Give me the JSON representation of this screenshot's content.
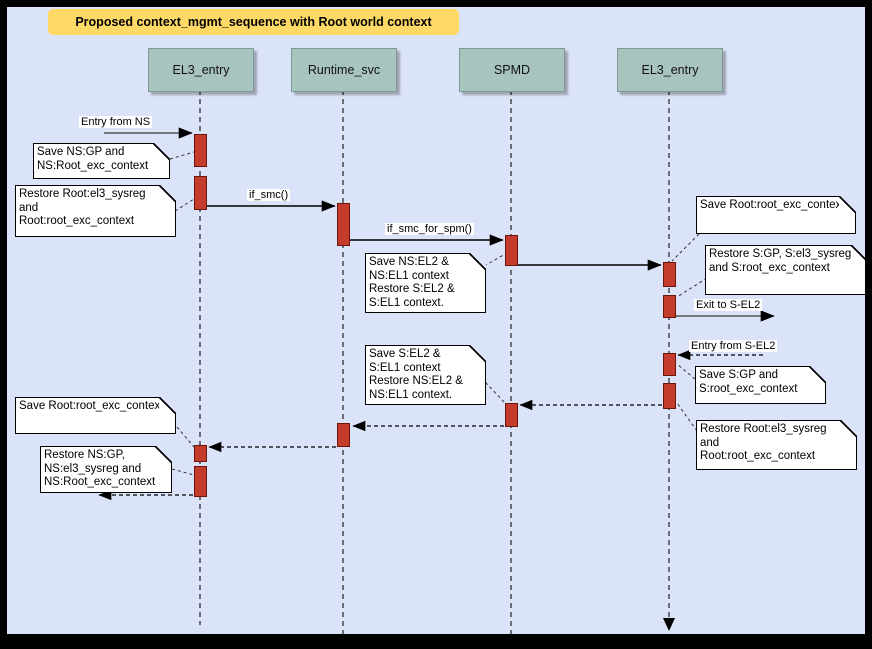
{
  "title": "Proposed context_mgmt_sequence with Root world context",
  "participants": [
    {
      "name": "EL3_entry"
    },
    {
      "name": "Runtime_svc"
    },
    {
      "name": "SPMD"
    },
    {
      "name": "EL3_entry"
    }
  ],
  "messages": {
    "entry_from_ns": "Entry from NS",
    "if_smc": "if_smc()",
    "if_smc_for_spm": "if_smc_for_spm()",
    "exit_to_s_el2": "Exit to S-EL2",
    "entry_from_s_el2": "Entry from S-EL2"
  },
  "notes": {
    "save_ns_gp": "Save NS:GP and\nNS:Root_exc_context",
    "restore_root_sysreg_left": "Restore Root:el3_sysreg\nand\nRoot:root_exc_context",
    "save_ns_el2": "Save NS:EL2 &\nNS:EL1 context\nRestore S:EL2 &\nS:EL1 context.",
    "save_root_exc_right": "Save Root:root_exc_context",
    "restore_s_gp": "Restore S:GP, S:el3_sysreg\nand S:root_exc_context",
    "save_s_gp": "Save S:GP and\nS:root_exc_context",
    "restore_root_sysreg_right": "Restore Root:el3_sysreg\nand\nRoot:root_exc_context",
    "save_s_el2": "Save S:EL2 &\nS:EL1 context\nRestore NS:EL2 &\nNS:EL1 context.",
    "save_root_exc_left": "Save Root:root_exc_context",
    "restore_ns_gp": "Restore NS:GP,\nNS:el3_sysreg and\nNS:Root_exc_context"
  },
  "colors": {
    "background": "#dbe3f8",
    "frame": "#000000",
    "title_bg": "#ffd966",
    "participant_fill": "#a7c4be",
    "activation_fill": "#c43c2b",
    "activation_border": "#6e150a",
    "note_bg": "#ffffff"
  }
}
